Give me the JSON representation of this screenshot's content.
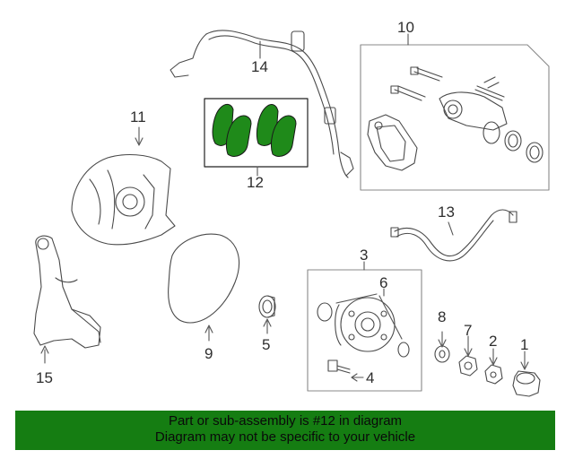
{
  "colors": {
    "highlight": "#1f8a1a",
    "banner": "#157d12",
    "line": "#4a4a4a"
  },
  "callouts": {
    "c1": "1",
    "c2": "2",
    "c3": "3",
    "c4": "4",
    "c5": "5",
    "c6": "6",
    "c7": "7",
    "c8": "8",
    "c9": "9",
    "c10": "10",
    "c11": "11",
    "c12": "12",
    "c13": "13",
    "c14": "14",
    "c15": "15"
  },
  "banner": {
    "line1": "Part or sub-assembly is #12 in diagram",
    "line2": "Diagram may not be specific to your vehicle"
  }
}
